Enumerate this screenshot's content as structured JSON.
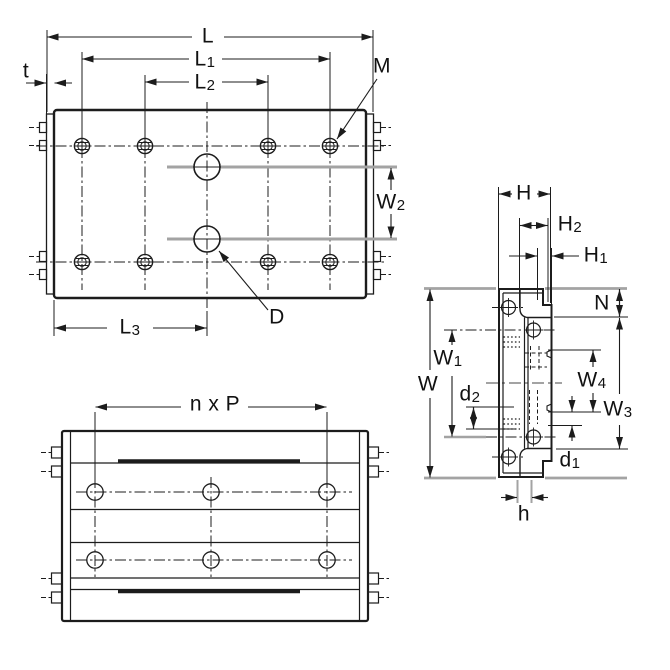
{
  "colors": {
    "line": "#1c1c1c",
    "grey": "#a3a3a3",
    "background": "#ffffff"
  },
  "labels": {
    "L": {
      "base": "L",
      "sub": ""
    },
    "L1": {
      "base": "L",
      "sub": "1"
    },
    "L2": {
      "base": "L",
      "sub": "2"
    },
    "L3": {
      "base": "L",
      "sub": "3"
    },
    "t": {
      "base": "t",
      "sub": ""
    },
    "M": {
      "base": "M",
      "sub": ""
    },
    "W2": {
      "base": "W",
      "sub": "2"
    },
    "D": {
      "base": "D",
      "sub": ""
    },
    "nxP": {
      "base": "n x P",
      "sub": ""
    },
    "H": {
      "base": "H",
      "sub": ""
    },
    "H2": {
      "base": "H",
      "sub": "2"
    },
    "H1": {
      "base": "H",
      "sub": "1"
    },
    "N": {
      "base": "N",
      "sub": ""
    },
    "W": {
      "base": "W",
      "sub": ""
    },
    "W1": {
      "base": "W",
      "sub": "1"
    },
    "d2": {
      "base": "d",
      "sub": "2"
    },
    "W4": {
      "base": "W",
      "sub": "4"
    },
    "W3": {
      "base": "W",
      "sub": "3"
    },
    "d1": {
      "base": "d",
      "sub": "1"
    },
    "h": {
      "base": "h",
      "sub": ""
    }
  }
}
